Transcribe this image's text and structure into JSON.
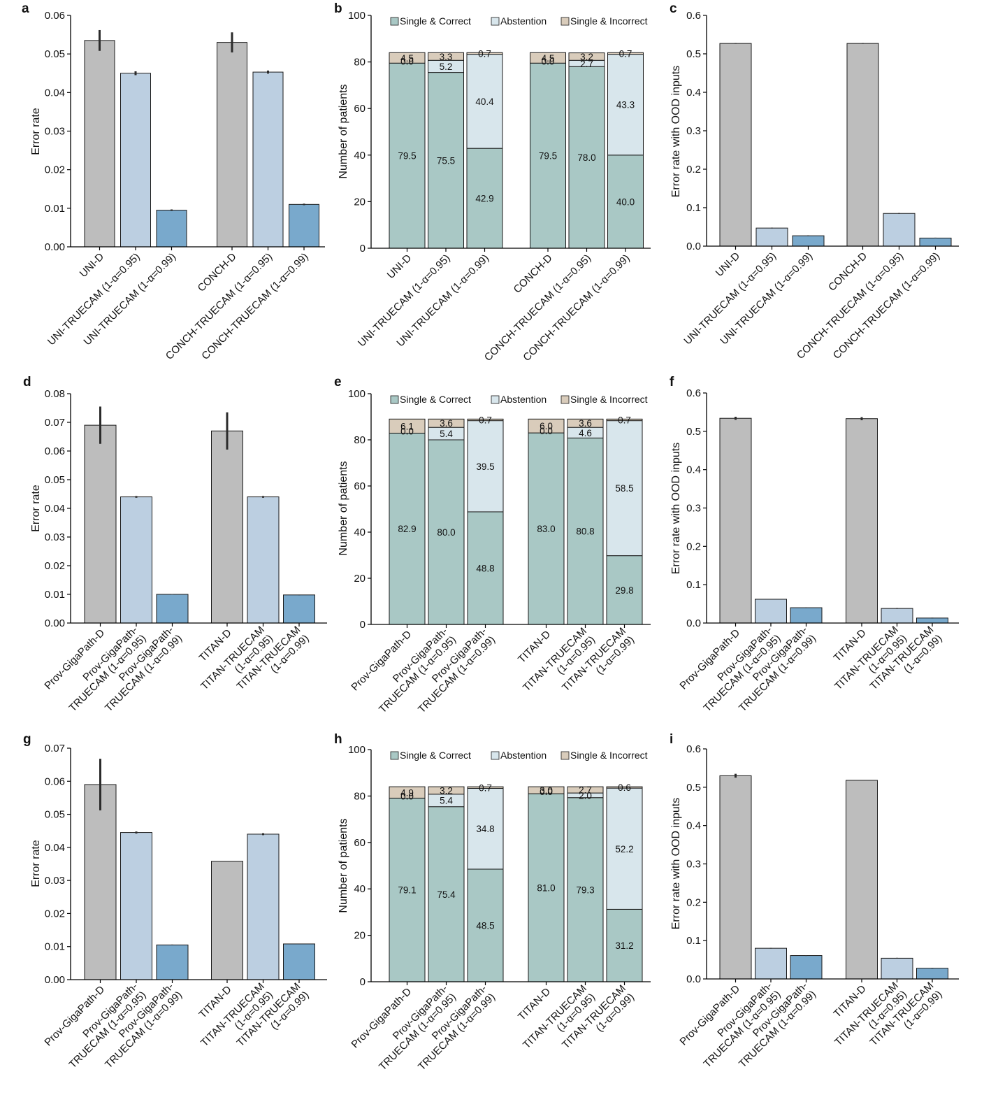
{
  "panels": [
    {
      "label": "a"
    },
    {
      "label": "b"
    },
    {
      "label": "c"
    },
    {
      "label": "d"
    },
    {
      "label": "e"
    },
    {
      "label": "f"
    },
    {
      "label": "g"
    },
    {
      "label": "h"
    },
    {
      "label": "i"
    }
  ],
  "colors": {
    "gray": "#bdbdbd",
    "light_blue": "#bccfe1",
    "mid_blue": "#79a9cc",
    "single_correct": "#a9c8c5",
    "abstention": "#d8e6ec",
    "single_incorrect": "#d9ccbb"
  },
  "chart_data": [
    {
      "type": "bar",
      "panel": "a",
      "ylabel": "Error rate",
      "ylim": [
        0,
        0.06
      ],
      "yticks": [
        "0.00",
        "0.01",
        "0.02",
        "0.03",
        "0.04",
        "0.05",
        "0.06"
      ],
      "categories": [
        "UNI-D",
        "UNI-TRUECAM (1-α=0.95)",
        "UNI-TRUECAM (1-α=0.99)",
        "CONCH-D",
        "CONCH-TRUECAM (1-α=0.95)",
        "CONCH-TRUECAM (1-α=0.99)"
      ],
      "values": [
        0.0535,
        0.045,
        0.0095,
        0.053,
        0.0453,
        0.011
      ],
      "errors": [
        0.0027,
        0.0005,
        0.0002,
        0.0026,
        0.0004,
        0.0002
      ],
      "colors": [
        "gray",
        "light_blue",
        "mid_blue",
        "gray",
        "light_blue",
        "mid_blue"
      ]
    },
    {
      "type": "stacked_bar",
      "panel": "b",
      "ylabel": "Number of patients",
      "ylim": [
        0,
        100
      ],
      "yticks": [
        "0",
        "20",
        "40",
        "60",
        "80",
        "100"
      ],
      "legend": [
        "Single & Correct",
        "Abstention",
        "Single & Incorrect"
      ],
      "categories": [
        "UNI-D",
        "UNI-TRUECAM (1-α=0.95)",
        "UNI-TRUECAM (1-α=0.99)",
        "CONCH-D",
        "CONCH-TRUECAM (1-α=0.95)",
        "CONCH-TRUECAM (1-α=0.99)"
      ],
      "series": [
        {
          "name": "Single & Correct",
          "values": [
            79.5,
            75.5,
            42.9,
            79.5,
            78.0,
            40.0
          ]
        },
        {
          "name": "Abstention",
          "values": [
            0.0,
            5.2,
            40.4,
            0.0,
            2.7,
            43.3
          ]
        },
        {
          "name": "Single & Incorrect",
          "values": [
            4.5,
            3.3,
            0.7,
            4.5,
            3.2,
            0.7
          ]
        }
      ],
      "labels": [
        [
          "79.5",
          "75.5",
          "42.9",
          "79.5",
          "78.0",
          "40.0"
        ],
        [
          "0.0",
          "5.2",
          "40.4",
          "0.0",
          "2.7",
          "43.3"
        ],
        [
          "4.5",
          "3.3",
          "0.7",
          "4.5",
          "3.2",
          "0.7"
        ]
      ]
    },
    {
      "type": "bar",
      "panel": "c",
      "ylabel": "Error rate with OOD inputs",
      "ylim": [
        0,
        0.6
      ],
      "yticks": [
        "0.0",
        "0.1",
        "0.2",
        "0.3",
        "0.4",
        "0.5",
        "0.6"
      ],
      "categories": [
        "UNI-D",
        "UNI-TRUECAM (1-α=0.95)",
        "UNI-TRUECAM (1-α=0.99)",
        "CONCH-D",
        "CONCH-TRUECAM (1-α=0.95)",
        "CONCH-TRUECAM (1-α=0.99)"
      ],
      "values": [
        0.527,
        0.047,
        0.027,
        0.527,
        0.085,
        0.021
      ],
      "errors": [
        0.001,
        0.001,
        0.001,
        0.001,
        0.001,
        0.001
      ],
      "colors": [
        "gray",
        "light_blue",
        "mid_blue",
        "gray",
        "light_blue",
        "mid_blue"
      ]
    },
    {
      "type": "bar",
      "panel": "d",
      "ylabel": "Error rate",
      "ylim": [
        0,
        0.08
      ],
      "yticks": [
        "0.00",
        "0.01",
        "0.02",
        "0.03",
        "0.04",
        "0.05",
        "0.06",
        "0.07",
        "0.08"
      ],
      "categories": [
        "Prov-GigaPath-D",
        "Prov-GigaPath-\nTRUECAM (1-α=0.95)",
        "Prov-GigaPath-\nTRUECAM (1-α=0.99)",
        "TITAN-D",
        "TITAN-TRUECAM\n(1-α=0.95)",
        "TITAN-TRUECAM\n(1-α=0.99)"
      ],
      "values": [
        0.069,
        0.044,
        0.01,
        0.067,
        0.044,
        0.0098
      ],
      "errors": [
        0.0065,
        0.0003,
        0.0001,
        0.0065,
        0.0003,
        0.0001
      ],
      "colors": [
        "gray",
        "light_blue",
        "mid_blue",
        "gray",
        "light_blue",
        "mid_blue"
      ]
    },
    {
      "type": "stacked_bar",
      "panel": "e",
      "ylabel": "Number of patients",
      "ylim": [
        0,
        100
      ],
      "yticks": [
        "0",
        "20",
        "40",
        "60",
        "80",
        "100"
      ],
      "legend": [
        "Single & Correct",
        "Abstention",
        "Single & Incorrect"
      ],
      "categories": [
        "Prov-GigaPath-D",
        "Prov-GigaPath-\nTRUECAM (1-α=0.95)",
        "Prov-GigaPath-\nTRUECAM (1-α=0.99)",
        "TITAN-D",
        "TITAN-TRUECAM\n(1-α=0.95)",
        "TITAN-TRUECAM\n(1-α=0.99)"
      ],
      "series": [
        {
          "name": "Single & Correct",
          "values": [
            82.9,
            80.0,
            48.8,
            83.0,
            80.8,
            29.8
          ]
        },
        {
          "name": "Abstention",
          "values": [
            0.0,
            5.4,
            39.5,
            0.0,
            4.6,
            58.5
          ]
        },
        {
          "name": "Single & Incorrect",
          "values": [
            6.1,
            3.6,
            0.7,
            6.0,
            3.6,
            0.7
          ]
        }
      ],
      "labels": [
        [
          "82.9",
          "80.0",
          "48.8",
          "83.0",
          "80.8",
          "29.8"
        ],
        [
          "0.0",
          "5.4",
          "39.5",
          "0.0",
          "4.6",
          "58.5"
        ],
        [
          "6.1",
          "3.6",
          "0.7",
          "6.0",
          "3.6",
          "0.7"
        ]
      ]
    },
    {
      "type": "bar",
      "panel": "f",
      "ylabel": "Error rate with OOD inputs",
      "ylim": [
        0,
        0.6
      ],
      "yticks": [
        "0.0",
        "0.1",
        "0.2",
        "0.3",
        "0.4",
        "0.5",
        "0.6"
      ],
      "categories": [
        "Prov-GigaPath-D",
        "Prov-GigaPath-\nTRUECAM (1-α=0.95)",
        "Prov-GigaPath-\nTRUECAM (1-α=0.99)",
        "TITAN-D",
        "TITAN-TRUECAM\n(1-α=0.95)",
        "TITAN-TRUECAM\n(1-α=0.99)"
      ],
      "values": [
        0.534,
        0.062,
        0.04,
        0.533,
        0.038,
        0.013
      ],
      "errors": [
        0.004,
        0.001,
        0.001,
        0.004,
        0.001,
        0.001
      ],
      "colors": [
        "gray",
        "light_blue",
        "mid_blue",
        "gray",
        "light_blue",
        "mid_blue"
      ]
    },
    {
      "type": "bar",
      "panel": "g",
      "ylabel": "Error rate",
      "ylim": [
        0,
        0.07
      ],
      "yticks": [
        "0.00",
        "0.01",
        "0.02",
        "0.03",
        "0.04",
        "0.05",
        "0.06",
        "0.07"
      ],
      "categories": [
        "Prov-GigaPath-D",
        "Prov-GigaPath-\nTRUECAM (1-α=0.95)",
        "Prov-GigaPath-\nTRUECAM (1-α=0.99)",
        "TITAN-D",
        "TITAN-TRUECAM\n(1-α=0.95)",
        "TITAN-TRUECAM\n(1-α=0.99)"
      ],
      "values": [
        0.059,
        0.0445,
        0.0105,
        0.0358,
        0.044,
        0.0108
      ],
      "errors": [
        0.0078,
        0.0003,
        0.0001,
        0,
        0.0003,
        0.0001
      ],
      "colors": [
        "gray",
        "light_blue",
        "mid_blue",
        "gray",
        "light_blue",
        "mid_blue"
      ]
    },
    {
      "type": "stacked_bar",
      "panel": "h",
      "ylabel": "Number of patients",
      "ylim": [
        0,
        100
      ],
      "yticks": [
        "0",
        "20",
        "40",
        "60",
        "80",
        "100"
      ],
      "legend": [
        "Single & Correct",
        "Abstention",
        "Single & Incorrect"
      ],
      "categories": [
        "Prov-GigaPath-D",
        "Prov-GigaPath-\nTRUECAM (1-α=0.95)",
        "Prov-GigaPath-\nTRUECAM (1-α=0.99)",
        "TITAN-D",
        "TITAN-TRUECAM\n(1-α=0.95)",
        "TITAN-TRUECAM\n(1-α=0.99)"
      ],
      "series": [
        {
          "name": "Single & Correct",
          "values": [
            79.1,
            75.4,
            48.5,
            81.0,
            79.3,
            31.2
          ]
        },
        {
          "name": "Abstention",
          "values": [
            0.0,
            5.4,
            34.8,
            0.0,
            2.0,
            52.2
          ]
        },
        {
          "name": "Single & Incorrect",
          "values": [
            4.9,
            3.2,
            0.7,
            3.0,
            2.7,
            0.6
          ]
        }
      ],
      "labels": [
        [
          "79.1",
          "75.4",
          "48.5",
          "81.0",
          "79.3",
          "31.2"
        ],
        [
          "0.0",
          "5.4",
          "34.8",
          "0.0",
          "2.0",
          "52.2"
        ],
        [
          "4.9",
          "3.2",
          "0.7",
          "3.0",
          "2.7",
          "0.6"
        ]
      ]
    },
    {
      "type": "bar",
      "panel": "i",
      "ylabel": "Error rate with OOD inputs",
      "ylim": [
        0,
        0.6
      ],
      "yticks": [
        "0.0",
        "0.1",
        "0.2",
        "0.3",
        "0.4",
        "0.5",
        "0.6"
      ],
      "categories": [
        "Prov-GigaPath-D",
        "Prov-GigaPath-\nTRUECAM (1-α=0.95)",
        "Prov-GigaPath-\nTRUECAM (1-α=0.99)",
        "TITAN-D",
        "TITAN-TRUECAM\n(1-α=0.95)",
        "TITAN-TRUECAM\n(1-α=0.99)"
      ],
      "values": [
        0.53,
        0.08,
        0.061,
        0.518,
        0.054,
        0.028
      ],
      "errors": [
        0.005,
        0.001,
        0.001,
        0,
        0.001,
        0.001
      ],
      "colors": [
        "gray",
        "light_blue",
        "mid_blue",
        "gray",
        "light_blue",
        "mid_blue"
      ]
    }
  ]
}
